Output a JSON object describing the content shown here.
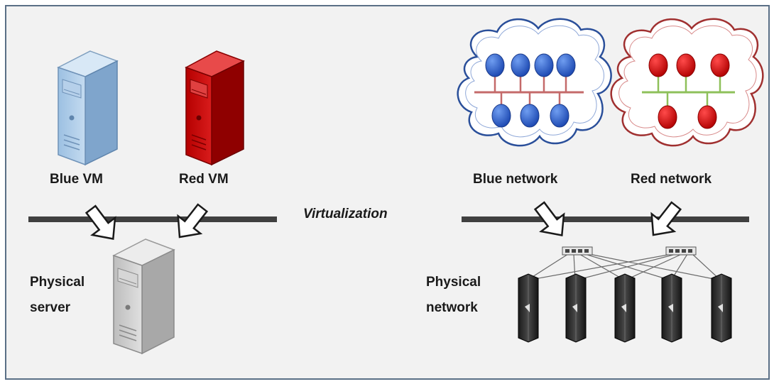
{
  "labels": {
    "blue_vm": "Blue VM",
    "red_vm": "Red VM",
    "virtualization": "Virtualization",
    "blue_network": "Blue network",
    "red_network": "Red network",
    "physical_server_line1": "Physical",
    "physical_server_line2": "server",
    "physical_network_line1": "Physical",
    "physical_network_line2": "network"
  },
  "colors": {
    "frame_border": "#5a6f86",
    "background": "#f2f2f2",
    "blue_server": "#a9c7e4",
    "red_server": "#c40000",
    "gray_server": "#c8c8c8",
    "blue_node": "#1e55c8",
    "red_node": "#d40000",
    "blue_cloud_outline": "#2a4f9a",
    "red_cloud_outline": "#a03030",
    "blue_network_bus": "#c46a6a",
    "red_network_bus": "#8ec05a",
    "separator_bar": "#404040"
  },
  "icons": [
    "blue-vm-server-icon",
    "red-vm-server-icon",
    "physical-server-icon",
    "blue-network-cloud-icon",
    "red-network-cloud-icon",
    "network-switch-icon",
    "rack-server-icon",
    "hollow-arrow-icon"
  ]
}
